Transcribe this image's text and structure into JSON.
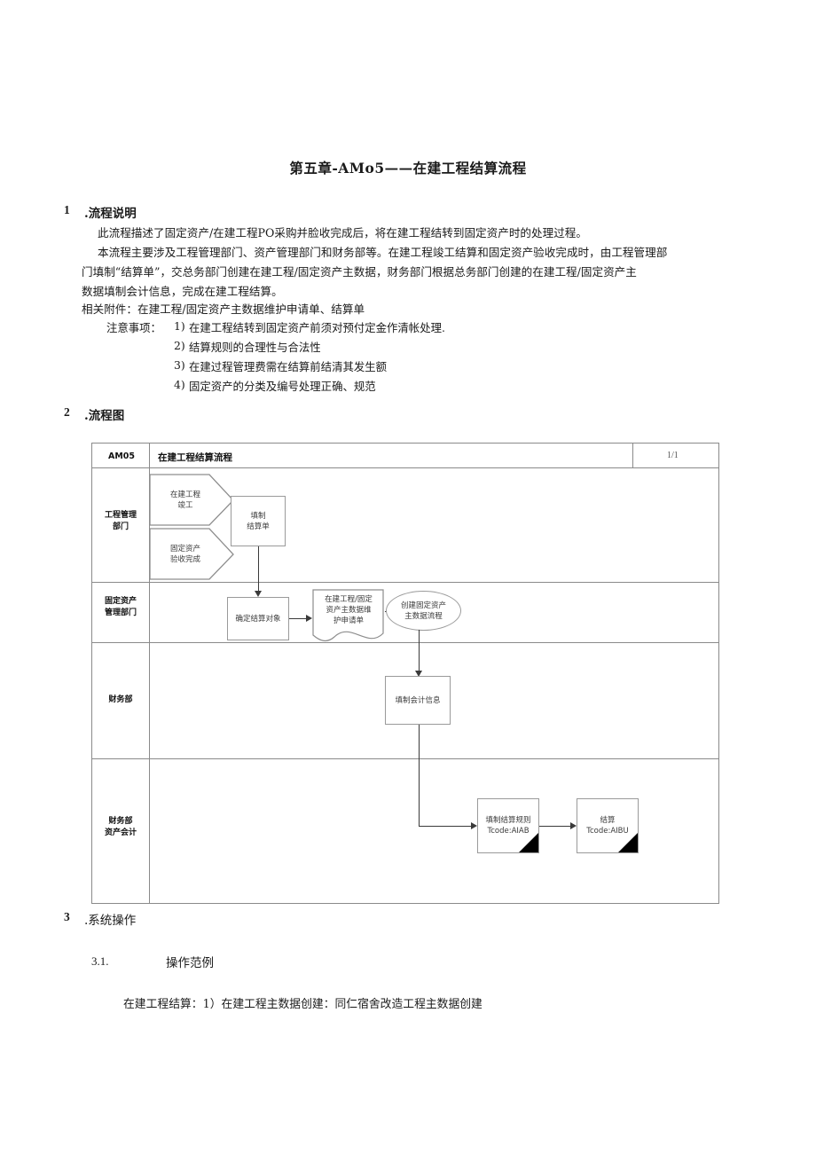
{
  "document": {
    "title": "第五章-AMo5——在建工程结算流程"
  },
  "sections": [
    {
      "number": "1",
      "title": ".流程说明"
    },
    {
      "number": "2",
      "title": ".流程图"
    },
    {
      "number": "3",
      "title": ".系统操作"
    }
  ],
  "process_description": {
    "paragraphs": [
      "此流程描述了固定资产/在建工程PO采购并脸收完成后，将在建工程结转到固定资产时的处理过程。",
      "本流程主要涉及工程管理部门、资产管理部门和财务部等。在建工程竣工结算和固定资产验收完成时，由工程管理部",
      "门填制“结算单”，交总务部门创建在建工程/固定资产主数据，财务部门根据总务部门创建的在建工程/固定资产主",
      "数据填制会计信息，完成在建工程结算。",
      "相关附件：在建工程/固定资产主数据维护申请单、结算单"
    ],
    "notes_label": "注意事项：",
    "notes": [
      {
        "marker": "1)",
        "text": "在建工程结转到固定资产前须对预付定金作清帐处理."
      },
      {
        "marker": "2)",
        "text": "结算规则的合理性与合法性"
      },
      {
        "marker": "3)",
        "text": "在建过程管理费需在结算前结清其发生额"
      },
      {
        "marker": "4)",
        "text": "固定资产的分类及编号处理正确、规范"
      }
    ]
  },
  "flowchart": {
    "header": {
      "code": "AM05",
      "title": "在建工程结算流程",
      "page": "1/1"
    },
    "lanes": [
      {
        "id": "engineering",
        "label_lines": [
          "工程管理",
          "部门"
        ]
      },
      {
        "id": "asset-management",
        "label_lines": [
          "固定资产",
          "管理部门"
        ]
      },
      {
        "id": "finance",
        "label_lines": [
          "财务部"
        ]
      },
      {
        "id": "asset-accounting",
        "label_lines": [
          "财务部",
          "资产会计"
        ]
      }
    ],
    "nodes": {
      "start_construction_complete": {
        "lines": [
          "在建工程",
          "竣工"
        ]
      },
      "start_asset_accepted": {
        "lines": [
          "固定资产",
          "验收完成"
        ]
      },
      "fill_settlement_form": {
        "lines": [
          "填制",
          "结算单"
        ]
      },
      "determine_settlement_object": {
        "lines": [
          "确定结算对象"
        ]
      },
      "master_data_request_form": {
        "lines": [
          "在建工程/固定",
          "资产主数据维",
          "护申请单"
        ]
      },
      "create_asset_master_process": {
        "lines": [
          "创建固定资产",
          "主数据流程"
        ]
      },
      "fill_accounting_info": {
        "lines": [
          "填制会计信息"
        ]
      },
      "fill_settlement_rule": {
        "lines": [
          "填制结算规则",
          "Tcode:AIAB"
        ]
      },
      "settlement": {
        "lines": [
          "结算",
          "Tcode:AIBU"
        ]
      }
    }
  },
  "system_operation": {
    "sub_number": "3.1.",
    "sub_title": "操作范例",
    "example": "在建工程结算：1）在建工程主数据创建：同仁宿舍改造工程主数据创建"
  }
}
